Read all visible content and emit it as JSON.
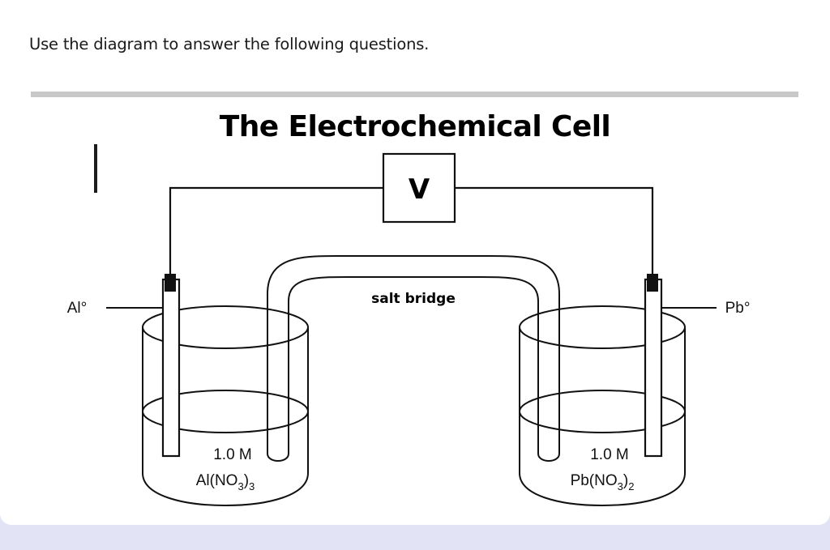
{
  "page": {
    "background_color": "#e2e4f6",
    "card_color": "#ffffff",
    "divider_color": "#c8c8c8"
  },
  "prompt": {
    "text": "Use the diagram to answer the following questions."
  },
  "diagram": {
    "title": "The Electrochemical Cell",
    "voltmeter_label": "V",
    "salt_bridge_label": "salt bridge",
    "left_cell": {
      "electrode_label": "Al°",
      "concentration": "1.0 M",
      "solution_main": "Al(NO",
      "solution_sub1": "3",
      "solution_mid": ")",
      "solution_sub2": "3"
    },
    "right_cell": {
      "electrode_label": "Pb°",
      "concentration": "1.0 M",
      "solution_main": "Pb(NO",
      "solution_sub1": "3",
      "solution_mid": ")",
      "solution_sub2": "2"
    },
    "colors": {
      "ink": "#111111",
      "fill": "#ffffff"
    }
  },
  "cursor": {
    "present": true
  }
}
